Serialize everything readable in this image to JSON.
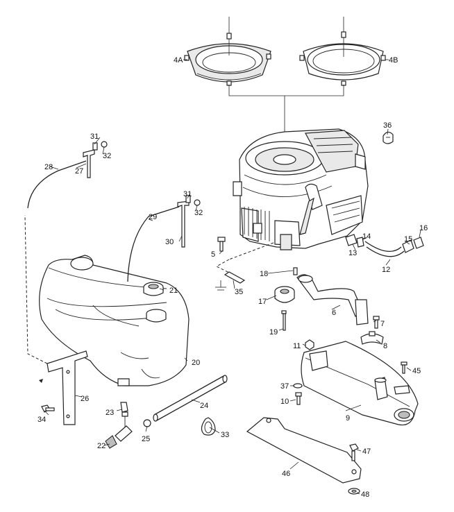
{
  "labels": {
    "c4a": "4A",
    "c4b": "4B",
    "c5": "5",
    "c6": "6",
    "c7": "7",
    "c8": "8",
    "c9": "9",
    "c10": "10",
    "c11": "11",
    "c12": "12",
    "c13": "13",
    "c14": "14",
    "c15": "15",
    "c16": "16",
    "c17": "17",
    "c18": "18",
    "c19": "19",
    "c20": "20",
    "c21": "21",
    "c22": "22",
    "c23": "23",
    "c24": "24",
    "c25": "25",
    "c26": "26",
    "c27": "27",
    "c28": "28",
    "c29": "29",
    "c30": "30",
    "c31a": "31",
    "c31b": "31",
    "c32a": "32",
    "c32b": "32",
    "c33": "33",
    "c34": "34",
    "c35": "35",
    "c36": "36",
    "c37": "37",
    "c45": "45",
    "c46": "46",
    "c47": "47",
    "c48": "48"
  }
}
